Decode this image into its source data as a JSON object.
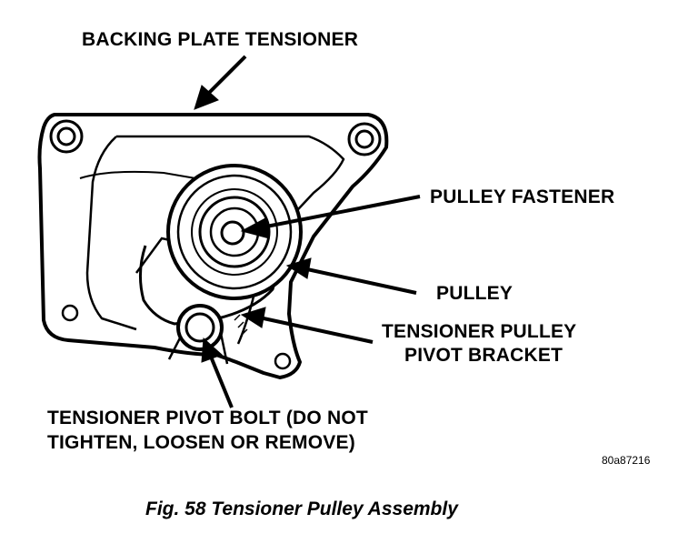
{
  "labels": {
    "backing_plate": "BACKING PLATE TENSIONER",
    "pulley_fastener": "PULLEY FASTENER",
    "pulley": "PULLEY",
    "pivot_bracket_line1": "TENSIONER PULLEY",
    "pivot_bracket_line2": "PIVOT BRACKET",
    "pivot_bolt_line1": "TENSIONER PIVOT BOLT (DO NOT",
    "pivot_bolt_line2": "TIGHTEN,  LOOSEN OR REMOVE)"
  },
  "figure_id": "80a87216",
  "caption": "Fig. 58 Tensioner Pulley Assembly",
  "colors": {
    "ink": "#000000",
    "paper": "#ffffff"
  }
}
